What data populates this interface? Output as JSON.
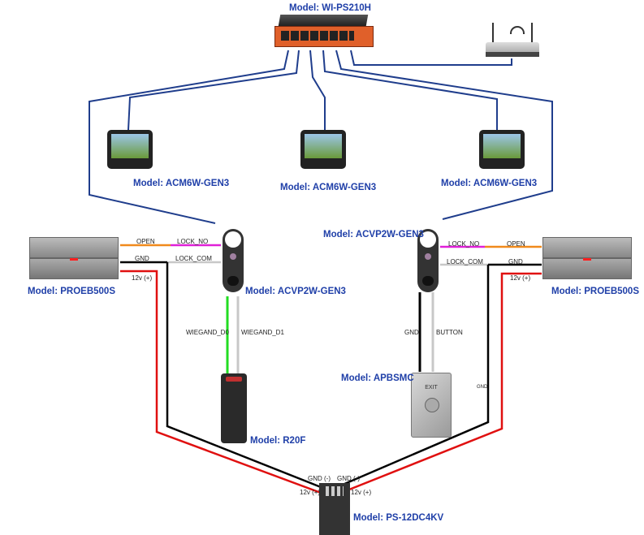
{
  "colors": {
    "cable": "#1f3d8c",
    "orange": "#f08a1c",
    "magenta": "#e020d8",
    "black": "#000000",
    "gray": "#c8c8c8",
    "red": "#e01010",
    "green": "#22dd22",
    "model_text": "#1f3fa8"
  },
  "devices": {
    "switch": {
      "model": "Model: WI-PS210H"
    },
    "monitor_left": {
      "model": "Model: ACM6W-GEN3"
    },
    "monitor_center": {
      "model": "Model: ACM6W-GEN3"
    },
    "monitor_right": {
      "model": "Model: ACM6W-GEN3"
    },
    "doorbell_left": {
      "model": "Model: ACVP2W-GEN3"
    },
    "doorbell_right": {
      "model": "Model: ACVP2W-GEN3"
    },
    "lock_left": {
      "model": "Model: PROEB500S"
    },
    "lock_right": {
      "model": "Model: PROEB500S"
    },
    "reader": {
      "model": "Model: R20F"
    },
    "exit_button": {
      "model": "Model: APBSMC",
      "label": "EXIT"
    },
    "power_supply": {
      "model": "Model: PS-12DC4KV"
    }
  },
  "wire_labels": {
    "left_open": "OPEN",
    "left_lock_no": "LOCK_NO",
    "left_gnd": "GND",
    "left_lock_com": "LOCK_COM",
    "left_12v": "12v (+)",
    "wiegand_d0": "WIEGAND_D0",
    "wiegand_d1": "WIEGAND_D1",
    "right_lock_no": "LOCK_NO",
    "right_open": "OPEN",
    "right_lock_com": "LOCK_COM",
    "right_gnd": "GND",
    "right_12v": "12v (+)",
    "button_gnd": "GND",
    "button": "BUTTON",
    "right_gnd_vertical": "GND",
    "ps_gnd_left": "GND (-)",
    "ps_gnd_right": "GND (-)",
    "ps_12v_left": "12v (+)",
    "ps_12v_right": "12v (+)"
  }
}
